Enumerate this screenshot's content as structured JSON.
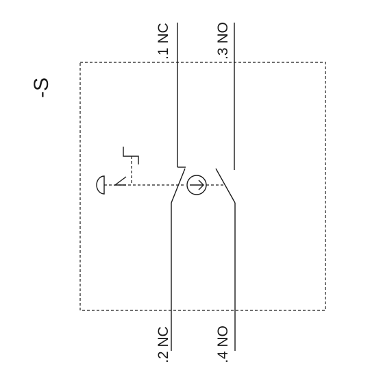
{
  "device": {
    "tag": "-S"
  },
  "terminals": {
    "t1": "1 NC",
    "t2": "2 NC",
    "t3": "3 NO",
    "t4": "4 NO"
  },
  "terminal_prefix": "."
}
